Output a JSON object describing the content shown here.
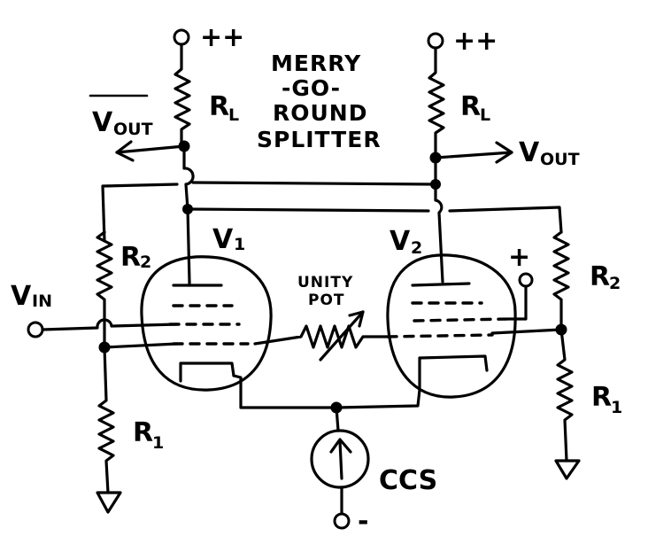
{
  "labels": {
    "supply_left": "++",
    "supply_right": "++",
    "title_line1": "MERRY",
    "title_line2": "-GO-",
    "title_line3": "ROUND",
    "title_line4": "SPLITTER",
    "rl_left_main": "R",
    "rl_left_sub": "L",
    "rl_right_main": "R",
    "rl_right_sub": "L",
    "vout_bar_main": "V",
    "vout_bar_sub": "OUT",
    "vout_main": "V",
    "vout_sub": "OUT",
    "r2_left_main": "R",
    "r2_left_sub": "2",
    "r2_right_main": "R",
    "r2_right_sub": "2",
    "v1_main": "V",
    "v1_sub": "1",
    "v2_main": "V",
    "v2_sub": "2",
    "vin_main": "V",
    "vin_sub": "IN",
    "pot_line1": "UNITY",
    "pot_line2": "POT",
    "plus_sign": "+",
    "r1_left_main": "R",
    "r1_left_sub": "1",
    "r1_right_main": "R",
    "r1_right_sub": "1",
    "ccs": "CCS",
    "minus_sign": "-"
  }
}
